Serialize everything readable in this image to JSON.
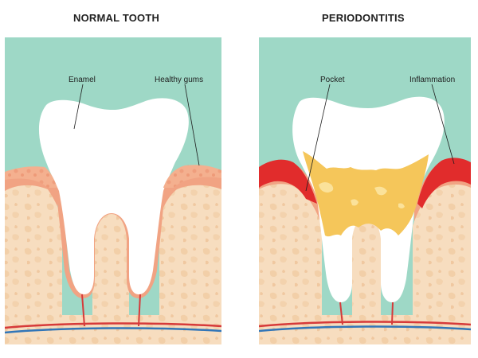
{
  "left_panel": {
    "title": "NORMAL TOOTH",
    "labels": {
      "enamel": "Enamel",
      "gums": "Healthy gums"
    }
  },
  "right_panel": {
    "title": "PERIODONTITIS",
    "labels": {
      "pocket": "Pocket",
      "inflammation": "Inflammation"
    }
  },
  "colors": {
    "background": "#9ed8c6",
    "tooth": "#ffffff",
    "bone": "#f7ddbf",
    "gum_edge": "#f1a383",
    "inflamed": "#e12c2c",
    "plaque": "#f5c65a",
    "nerve_red": "#d63a3a",
    "nerve_blue": "#3276b8"
  }
}
